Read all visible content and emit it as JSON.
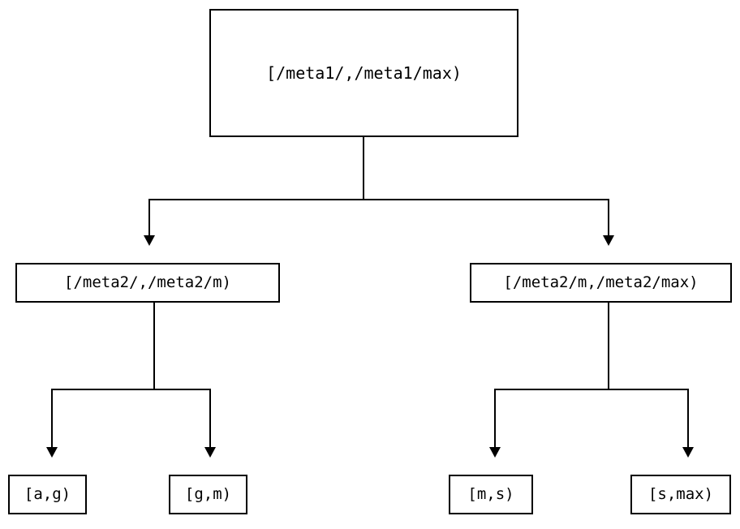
{
  "diagram": {
    "type": "tree",
    "title": "",
    "orientation": "top-down",
    "colors": {
      "background": "#ffffff",
      "node_border": "#000000",
      "node_fill": "#ffffff",
      "text": "#000000",
      "edge": "#000000"
    },
    "nodes": {
      "root": {
        "label": "[/meta1/,/meta1/max)",
        "level": 0
      },
      "mid_left": {
        "label": "[/meta2/,/meta2/m)",
        "level": 1
      },
      "mid_right": {
        "label": "[/meta2/m,/meta2/max)",
        "level": 1
      },
      "leaf_1": {
        "label": "[a,g)",
        "level": 2
      },
      "leaf_2": {
        "label": "[g,m)",
        "level": 2
      },
      "leaf_3": {
        "label": "[m,s)",
        "level": 2
      },
      "leaf_4": {
        "label": "[s,max)",
        "level": 2
      }
    },
    "edges": [
      {
        "from": "root",
        "to": "mid_left",
        "arrow": "down-triangle"
      },
      {
        "from": "root",
        "to": "mid_right",
        "arrow": "down-triangle"
      },
      {
        "from": "mid_left",
        "to": "leaf_1",
        "arrow": "down-triangle"
      },
      {
        "from": "mid_left",
        "to": "leaf_2",
        "arrow": "down-triangle"
      },
      {
        "from": "mid_right",
        "to": "leaf_3",
        "arrow": "down-triangle"
      },
      {
        "from": "mid_right",
        "to": "leaf_4",
        "arrow": "down-triangle"
      }
    ]
  }
}
